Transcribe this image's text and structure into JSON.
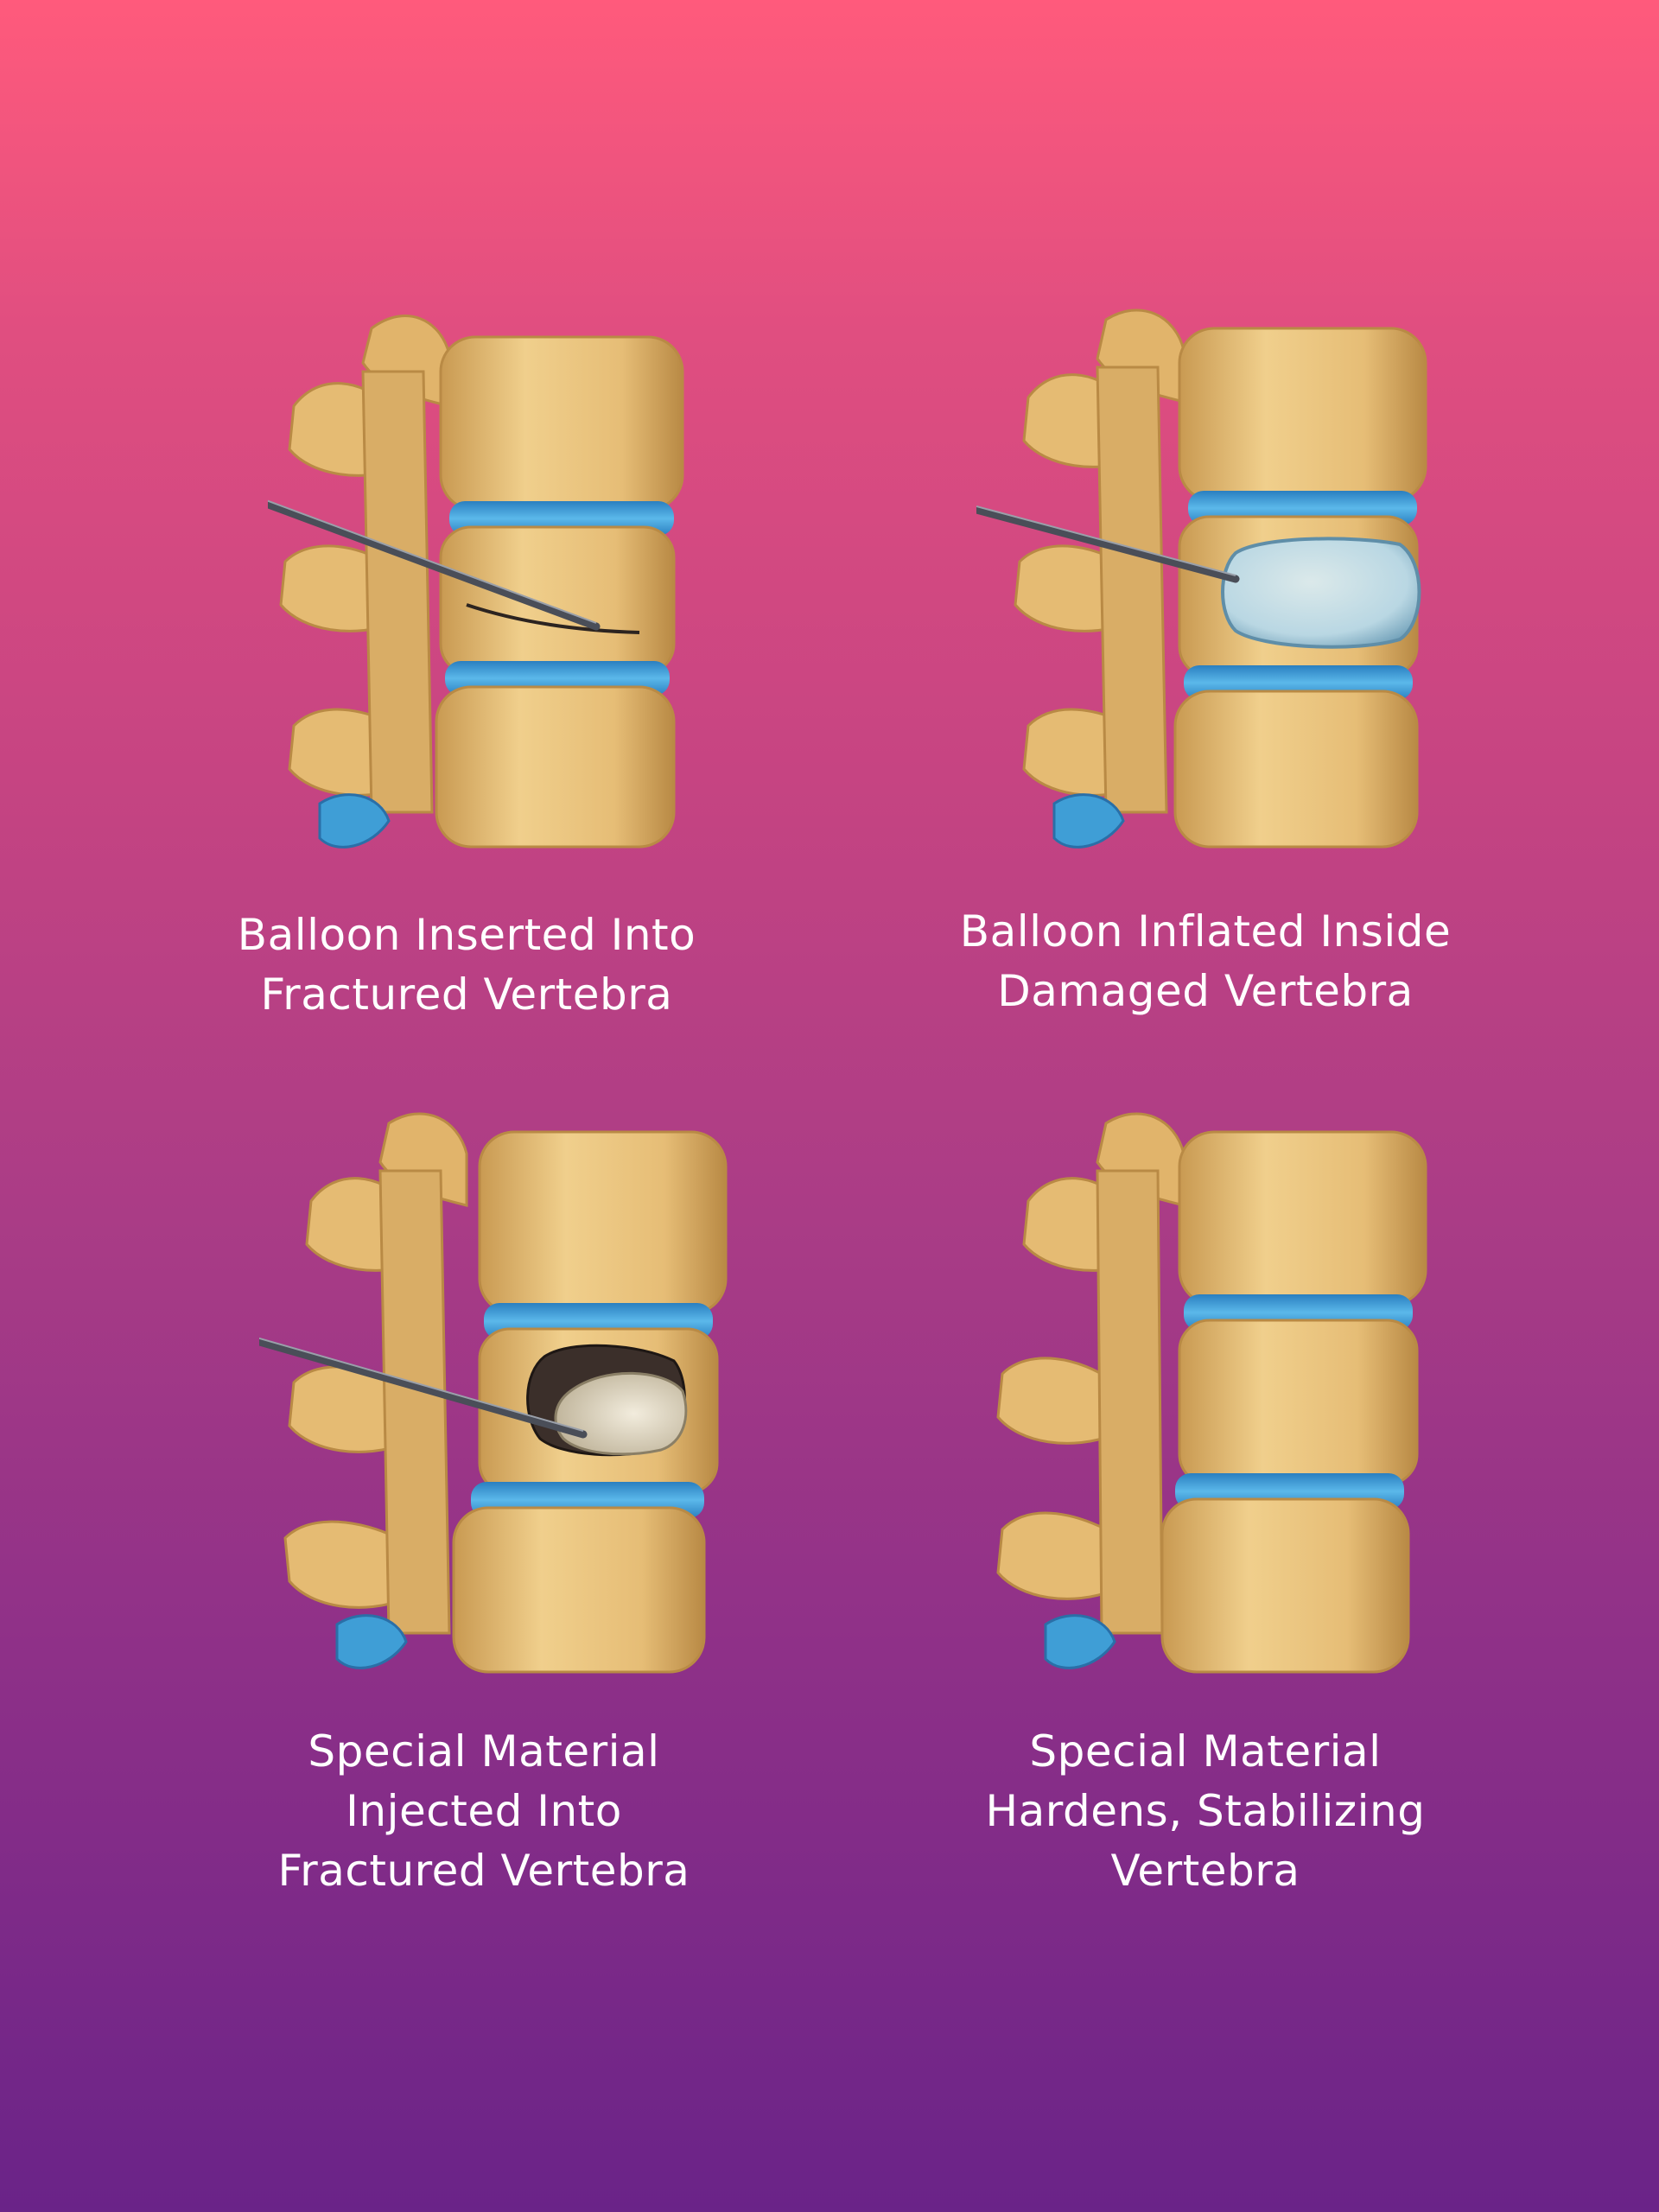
{
  "colors": {
    "bone": "#e9c37d",
    "bone_shadow": "#b98a45",
    "disc": "#3f9ed6",
    "needle": "#4a4e58",
    "balloon": "#b9d7e3",
    "cement": "#e7e0cf",
    "cavity": "#3b2f2a"
  },
  "panels": [
    {
      "stage": "needle-insertion",
      "caption": [
        "Balloon Inserted Into",
        "Fractured Vertebra"
      ]
    },
    {
      "stage": "balloon-inflation",
      "caption": [
        "Balloon Inflated Inside",
        "Damaged Vertebra"
      ]
    },
    {
      "stage": "cement-injection",
      "caption": [
        "Special Material",
        "Injected Into",
        "Fractured Vertebra"
      ]
    },
    {
      "stage": "cement-hardened",
      "caption": [
        "Special Material",
        "Hardens, Stabilizing",
        "Vertebra"
      ]
    }
  ]
}
